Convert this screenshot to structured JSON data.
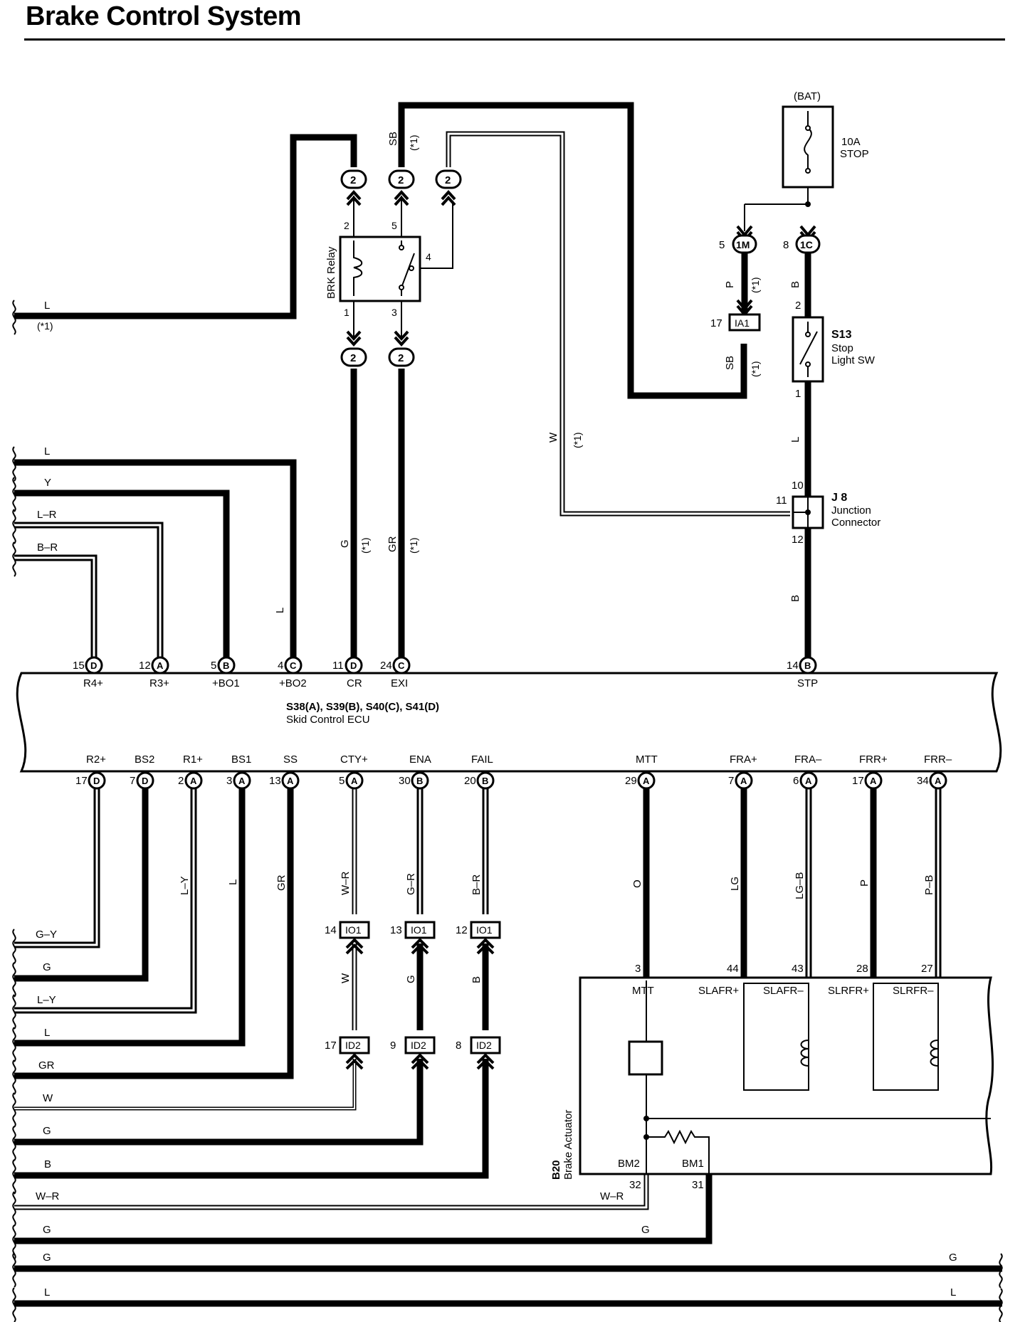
{
  "title": "Brake Control System",
  "fuse": {
    "source": "(BAT)",
    "rating": "10A",
    "name": "STOP"
  },
  "stop_switch": {
    "id": "S13",
    "name_line1": "Stop",
    "name_line2": "Light SW",
    "pin_in": "2",
    "pin_out": "1"
  },
  "junction": {
    "id": "J 8",
    "name_line1": "Junction",
    "name_line2": "Connector",
    "pins": [
      "10",
      "11",
      "12"
    ]
  },
  "relay": {
    "name": "BRK Relay",
    "pins": [
      "2",
      "5",
      "4",
      "1",
      "3"
    ]
  },
  "connectors": {
    "relay_top": "2",
    "relay_bottom": "2",
    "c1M": "1M",
    "c1M_pin": "5",
    "c1C": "1C",
    "c1C_pin": "8",
    "ia1": "IA1",
    "ia1_pin": "17",
    "io1": "IO1",
    "id2": "ID2"
  },
  "wire_labels": {
    "top_left": "L",
    "note": "(*1)",
    "sb": "SB",
    "p": "P",
    "b": "B",
    "l": "L",
    "w": "W",
    "g": "G",
    "gr": "GR",
    "left_inputs": [
      "L",
      "Y",
      "L–R",
      "B–R"
    ],
    "left_outputs": [
      "G–Y",
      "G",
      "L–Y",
      "L",
      "GR",
      "W",
      "G",
      "B",
      "W–R",
      "G",
      "G",
      "L"
    ],
    "mid_vertical": [
      "L–Y",
      "L",
      "GR",
      "W–R",
      "G–R",
      "B–R",
      "W",
      "G",
      "B"
    ],
    "right_vertical": [
      "O",
      "LG",
      "LG–B",
      "P",
      "P–B"
    ],
    "wr_right": "W–R",
    "g_right": "G",
    "g_far": "G",
    "l_far": "L"
  },
  "ecu": {
    "title": "S38(A), S39(B), S40(C), S41(D)",
    "name": "Skid Control ECU",
    "top_pins": [
      {
        "num": "15",
        "conn": "D",
        "name": "R4+"
      },
      {
        "num": "12",
        "conn": "A",
        "name": "R3+"
      },
      {
        "num": "5",
        "conn": "B",
        "name": "+BO1"
      },
      {
        "num": "4",
        "conn": "C",
        "name": "+BO2"
      },
      {
        "num": "11",
        "conn": "D",
        "name": "CR"
      },
      {
        "num": "24",
        "conn": "C",
        "name": "EXI"
      },
      {
        "num": "14",
        "conn": "B",
        "name": "STP"
      }
    ],
    "bottom_pins": [
      {
        "num": "17",
        "conn": "D",
        "name": "R2+"
      },
      {
        "num": "7",
        "conn": "D",
        "name": "BS2"
      },
      {
        "num": "2",
        "conn": "A",
        "name": "R1+"
      },
      {
        "num": "3",
        "conn": "A",
        "name": "BS1"
      },
      {
        "num": "13",
        "conn": "A",
        "name": "SS"
      },
      {
        "num": "5",
        "conn": "A",
        "name": "CTY+"
      },
      {
        "num": "30",
        "conn": "B",
        "name": "ENA"
      },
      {
        "num": "20",
        "conn": "B",
        "name": "FAIL"
      },
      {
        "num": "29",
        "conn": "A",
        "name": "MTT"
      },
      {
        "num": "7",
        "conn": "A",
        "name": "FRA+"
      },
      {
        "num": "6",
        "conn": "A",
        "name": "FRA–"
      },
      {
        "num": "17",
        "conn": "A",
        "name": "FRR+"
      },
      {
        "num": "34",
        "conn": "A",
        "name": "FRR–"
      }
    ]
  },
  "relay_conn_pins": {
    "io1": [
      "14",
      "13",
      "12"
    ],
    "id2": [
      "17",
      "9",
      "8"
    ]
  },
  "actuator": {
    "id": "B20",
    "name": "Brake Actuator",
    "pins": [
      {
        "num": "3",
        "name": "MTT"
      },
      {
        "num": "44",
        "name": "SLAFR+"
      },
      {
        "num": "43",
        "name": "SLAFR–"
      },
      {
        "num": "28",
        "name": "SLRFR+"
      },
      {
        "num": "27",
        "name": "SLRFR–"
      }
    ],
    "bm2": "BM2",
    "bm1": "BM1",
    "bm2_pin": "32",
    "bm1_pin": "31"
  }
}
